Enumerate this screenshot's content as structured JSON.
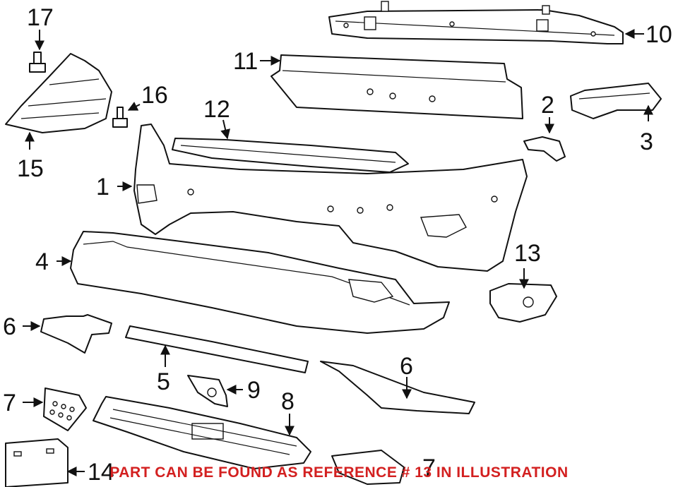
{
  "callouts": [
    "1",
    "2",
    "3",
    "4",
    "5",
    "6",
    "6",
    "7",
    "7",
    "8",
    "9",
    "10",
    "11",
    "12",
    "13",
    "14",
    "15",
    "16",
    "17"
  ],
  "caption": {
    "text": "PART CAN BE FOUND AS REFERENCE # 13 IN ILLUSTRATION",
    "color": "#d32020"
  },
  "colors": {
    "line": "#111111",
    "background": "#ffffff"
  }
}
